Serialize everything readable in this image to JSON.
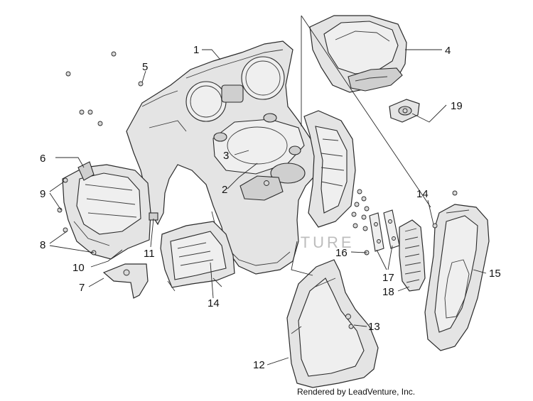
{
  "watermark": "LEADVENTURE",
  "footer_text": "Rendered by LeadVenture, Inc.",
  "callouts": {
    "c1": "1",
    "c2": "2",
    "c3": "3",
    "c4": "4",
    "c5": "5",
    "c6": "6",
    "c7": "7",
    "c8": "8",
    "c9": "9",
    "c10": "10",
    "c11": "11",
    "c12": "12",
    "c13": "13",
    "c14a": "14",
    "c14b": "14",
    "c15": "15",
    "c16": "16",
    "c17": "17",
    "c18": "18",
    "c19": "19"
  }
}
